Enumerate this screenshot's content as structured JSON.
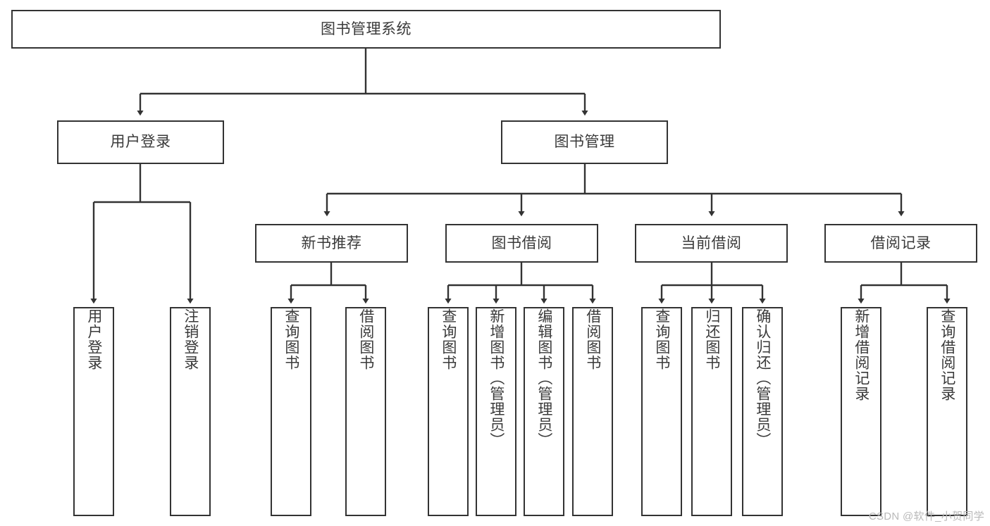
{
  "diagram": {
    "type": "tree-hierarchy",
    "title": "图书管理系统",
    "watermark": "CSDN @软件_小贺同学",
    "colors": {
      "background": "#ffffff",
      "box_border": "#333333",
      "box_fill": "#ffffff",
      "text": "#3a3a3a",
      "connector": "#333333",
      "watermark": "#b9b9b9"
    },
    "levels": [
      {
        "level": 1,
        "nodes": [
          {
            "id": "root",
            "label": "图书管理系统",
            "orientation": "horizontal"
          }
        ]
      },
      {
        "level": 2,
        "nodes": [
          {
            "id": "user-login",
            "label": "用户登录",
            "orientation": "horizontal",
            "parent": "root"
          },
          {
            "id": "book-management",
            "label": "图书管理",
            "orientation": "horizontal",
            "parent": "root"
          }
        ]
      },
      {
        "level": 3,
        "nodes": [
          {
            "id": "new-book-recommend",
            "label": "新书推荐",
            "orientation": "horizontal",
            "parent": "book-management"
          },
          {
            "id": "book-borrow",
            "label": "图书借阅",
            "orientation": "horizontal",
            "parent": "book-management"
          },
          {
            "id": "current-borrow",
            "label": "当前借阅",
            "orientation": "horizontal",
            "parent": "book-management"
          },
          {
            "id": "borrow-record",
            "label": "借阅记录",
            "orientation": "horizontal",
            "parent": "book-management"
          }
        ]
      },
      {
        "level": 4,
        "nodes": [
          {
            "id": "leaf-user-login",
            "label": "用户登录",
            "orientation": "vertical",
            "parent": "user-login"
          },
          {
            "id": "leaf-logout",
            "label": "注销登录",
            "orientation": "vertical",
            "parent": "user-login"
          },
          {
            "id": "leaf-query-book-1",
            "label": "查询图书",
            "orientation": "vertical",
            "parent": "new-book-recommend"
          },
          {
            "id": "leaf-borrow-book-1",
            "label": "借阅图书",
            "orientation": "vertical",
            "parent": "new-book-recommend"
          },
          {
            "id": "leaf-query-book-2",
            "label": "查询图书",
            "orientation": "vertical",
            "parent": "book-borrow"
          },
          {
            "id": "leaf-add-book",
            "label": "新增图书（管理员）",
            "orientation": "vertical",
            "parent": "book-borrow"
          },
          {
            "id": "leaf-edit-book",
            "label": "编辑图书（管理员）",
            "orientation": "vertical",
            "parent": "book-borrow"
          },
          {
            "id": "leaf-borrow-book-2",
            "label": "借阅图书",
            "orientation": "vertical",
            "parent": "book-borrow"
          },
          {
            "id": "leaf-query-book-3",
            "label": "查询图书",
            "orientation": "vertical",
            "parent": "current-borrow"
          },
          {
            "id": "leaf-return-book",
            "label": "归还图书",
            "orientation": "vertical",
            "parent": "current-borrow"
          },
          {
            "id": "leaf-confirm-return",
            "label": "确认归还（管理员）",
            "orientation": "vertical",
            "parent": "current-borrow"
          },
          {
            "id": "leaf-add-record",
            "label": "新增借阅记录",
            "orientation": "vertical",
            "parent": "borrow-record"
          },
          {
            "id": "leaf-query-record",
            "label": "查询借阅记录",
            "orientation": "vertical",
            "parent": "borrow-record"
          }
        ]
      }
    ]
  }
}
